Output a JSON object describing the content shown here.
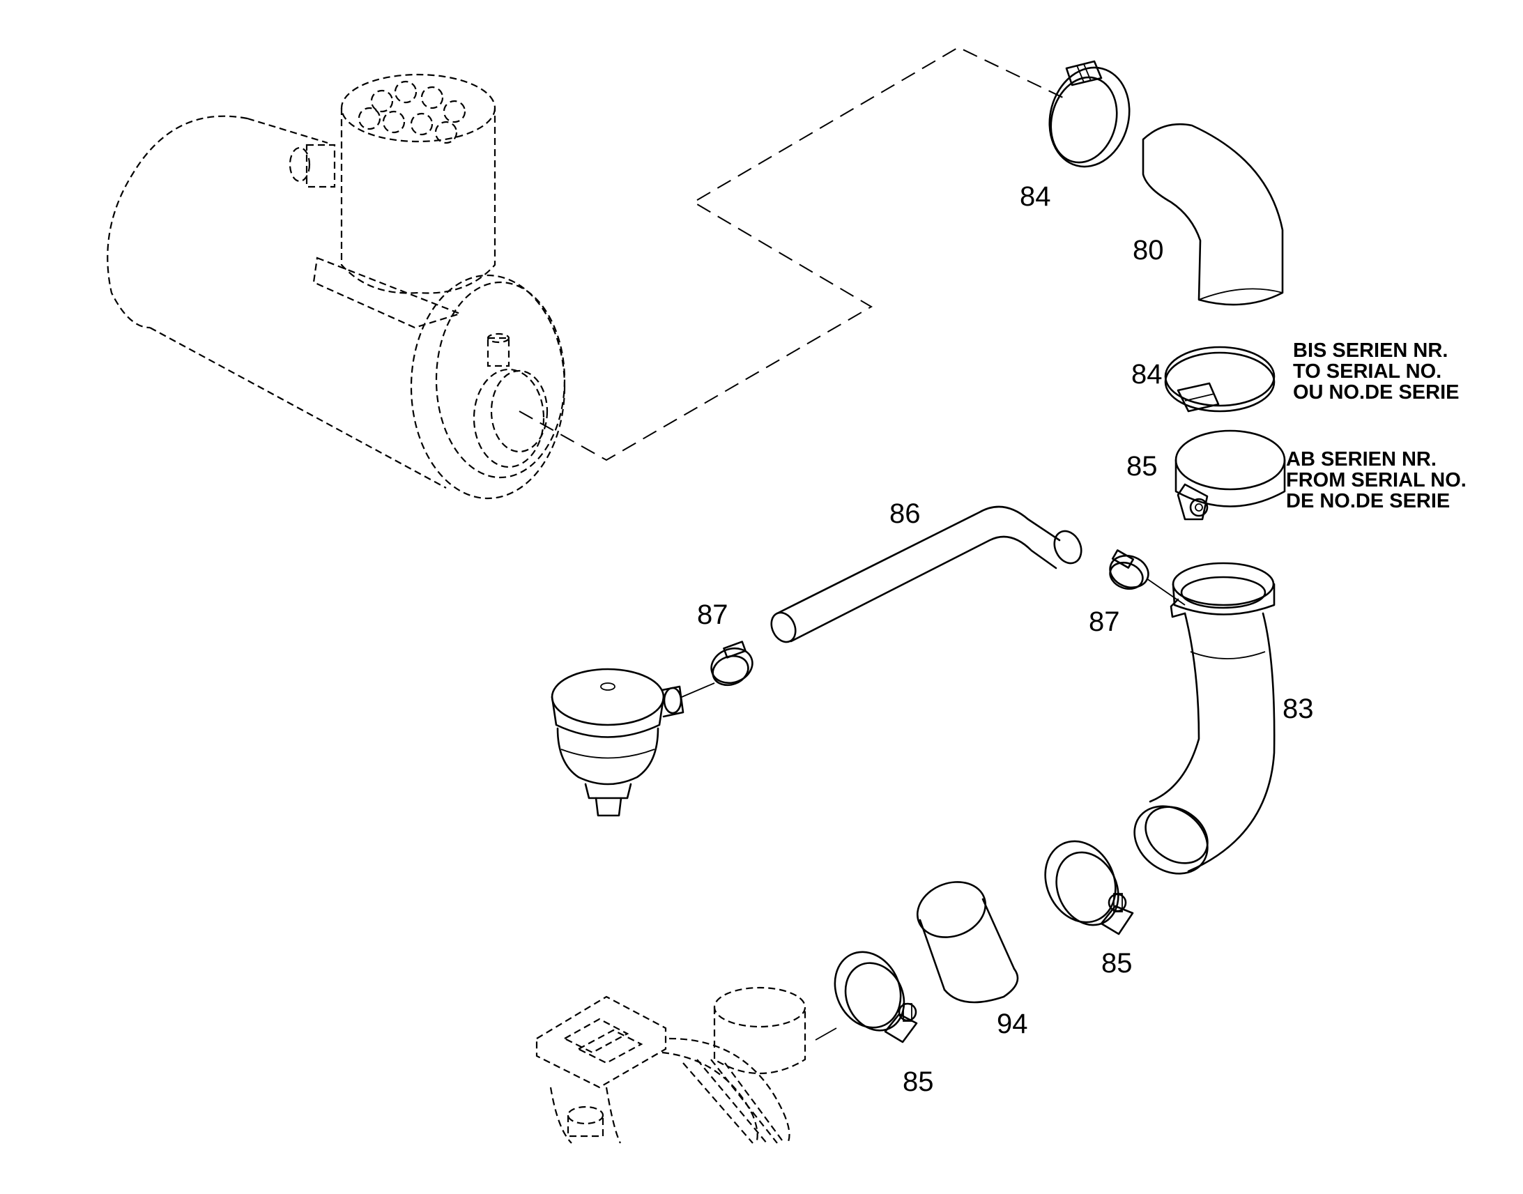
{
  "callouts": {
    "c84_top": "84",
    "c80": "80",
    "c84_mid": "84",
    "c85_mid": "85",
    "c86": "86",
    "c87_left": "87",
    "c87_right": "87",
    "c83": "83",
    "c85_lower": "85",
    "c94": "94",
    "c85_bottom": "85"
  },
  "notes": {
    "until_serial": [
      "BIS SERIEN NR.",
      "TO SERIAL NO.",
      "OU NO.DE SERIE"
    ],
    "from_serial": [
      "AB SERIEN NR.",
      "FROM SERIAL NO.",
      "DE NO.DE SERIE"
    ]
  }
}
